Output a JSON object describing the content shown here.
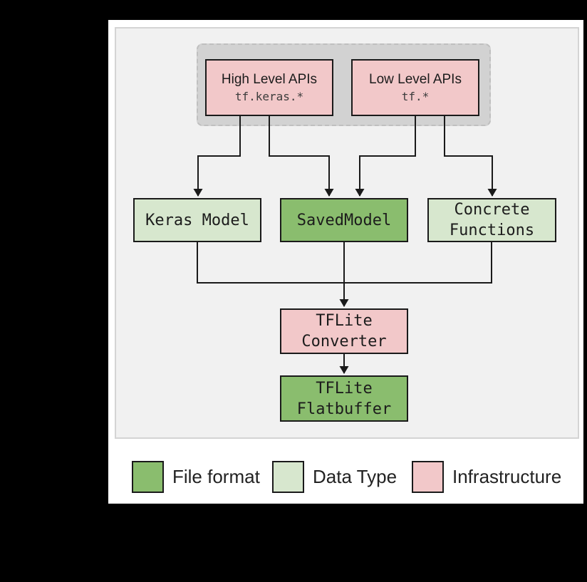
{
  "palette": {
    "file_format": "#8ABD6E",
    "data_type": "#D7E7CE",
    "infrastructure": "#F2C8C9",
    "api_group_fill": "#D2D2D2",
    "panel_fill": "#F1F1F1",
    "line_color": "#1A1A1A"
  },
  "diagram": {
    "high_level": {
      "title": "High Level APIs",
      "subtitle": "tf.keras.*",
      "type": "infrastructure"
    },
    "low_level": {
      "title": "Low Level APIs",
      "subtitle": "tf.*",
      "type": "infrastructure"
    },
    "keras_model": {
      "label": "Keras Model",
      "type": "data_type"
    },
    "saved_model": {
      "label": "SavedModel",
      "type": "file_format"
    },
    "concrete_functions": {
      "label": "Concrete Functions",
      "type": "data_type"
    },
    "tflite_converter": {
      "label": "TFLite Converter",
      "type": "infrastructure"
    },
    "tflite_flatbuffer": {
      "label": "TFLite Flatbuffer",
      "type": "file_format"
    }
  },
  "legend": {
    "items": [
      {
        "label": "File format",
        "type": "file_format"
      },
      {
        "label": "Data Type",
        "type": "data_type"
      },
      {
        "label": "Infrastructure",
        "type": "infrastructure"
      }
    ]
  }
}
